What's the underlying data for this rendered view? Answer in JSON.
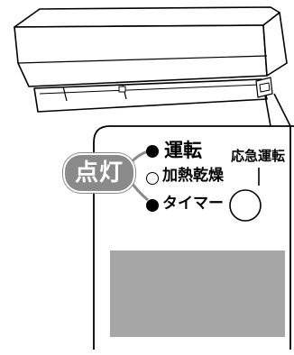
{
  "panel": {
    "badge_label": "点灯",
    "lamps": [
      {
        "label": "運転",
        "state": "on"
      },
      {
        "label": "加熱乾燥",
        "state": "off"
      },
      {
        "label": "タイマー",
        "state": "on"
      }
    ],
    "emergency_label": "応急運転"
  },
  "colors": {
    "badge": "#8a8a8a",
    "display_area": "#a6a6a6",
    "outline": "#000000"
  }
}
